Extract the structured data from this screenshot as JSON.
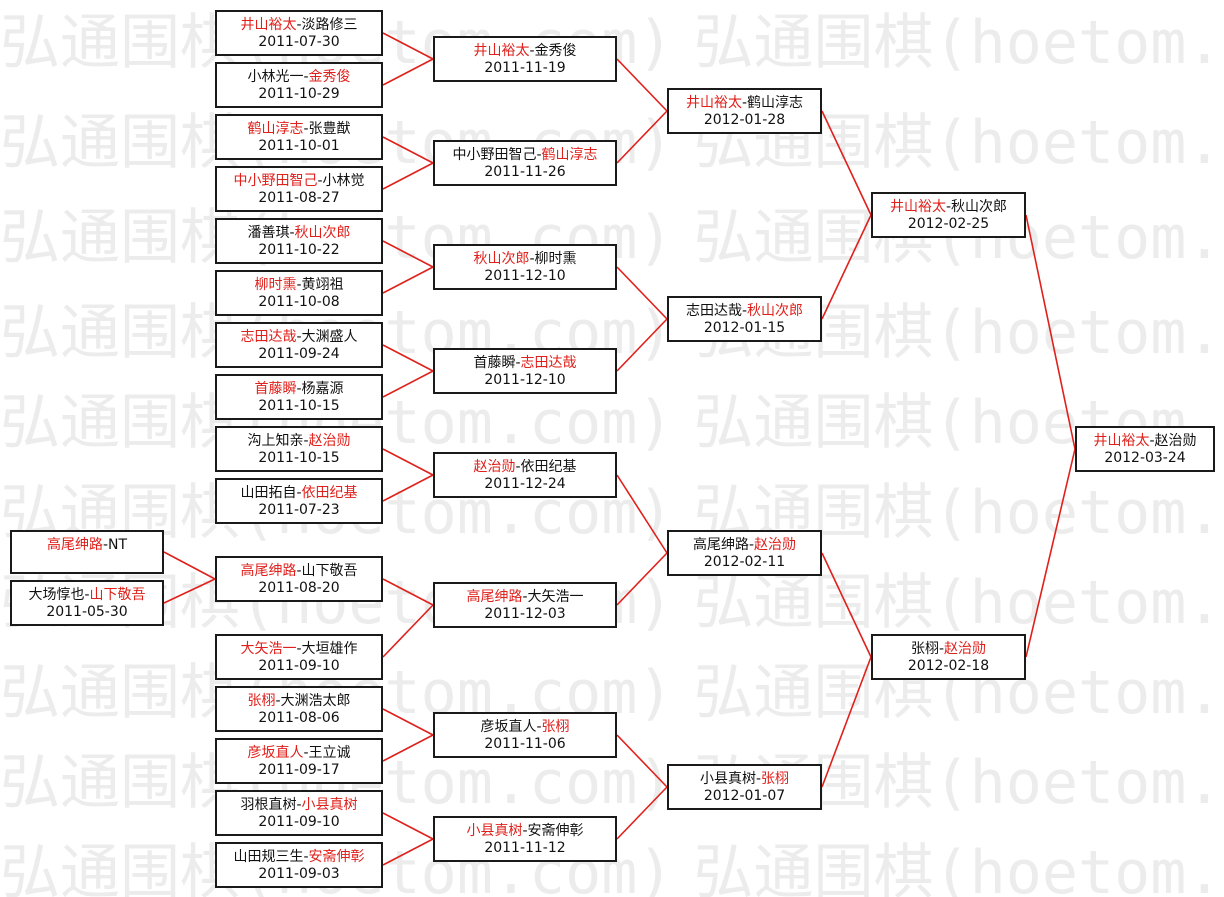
{
  "watermark": "弘通围棋(hoetom.com)",
  "colors": {
    "winner": "#e0201b",
    "line": "#e0201b",
    "border": "#1a1a1a",
    "text": "#111111"
  },
  "matches": [
    {
      "id": "r1_1",
      "p1": "井山裕太",
      "p2": "淡路修三",
      "date": "2011-07-30",
      "winner": 1
    },
    {
      "id": "r1_2",
      "p1": "小林光一",
      "p2": "金秀俊",
      "date": "2011-10-29",
      "winner": 2
    },
    {
      "id": "r1_3",
      "p1": "鹤山淳志",
      "p2": "张豊猷",
      "date": "2011-10-01",
      "winner": 1
    },
    {
      "id": "r1_4",
      "p1": "中小野田智己",
      "p2": "小林觉",
      "date": "2011-08-27",
      "winner": 1
    },
    {
      "id": "r1_5",
      "p1": "潘善琪",
      "p2": "秋山次郎",
      "date": "2011-10-22",
      "winner": 2
    },
    {
      "id": "r1_6",
      "p1": "柳时熏",
      "p2": "黄翊祖",
      "date": "2011-10-08",
      "winner": 1
    },
    {
      "id": "r1_7",
      "p1": "志田达哉",
      "p2": "大渊盛人",
      "date": "2011-09-24",
      "winner": 1
    },
    {
      "id": "r1_8",
      "p1": "首藤瞬",
      "p2": "杨嘉源",
      "date": "2011-10-15",
      "winner": 1
    },
    {
      "id": "r1_9",
      "p1": "沟上知亲",
      "p2": "赵治勋",
      "date": "2011-10-15",
      "winner": 2
    },
    {
      "id": "r1_10",
      "p1": "山田拓自",
      "p2": "依田纪基",
      "date": "2011-07-23",
      "winner": 2
    },
    {
      "id": "q_1",
      "p1": "高尾绅路",
      "p2": "NT",
      "date": "",
      "winner": 1
    },
    {
      "id": "q_2",
      "p1": "大场惇也",
      "p2": "山下敬吾",
      "date": "2011-05-30",
      "winner": 2
    },
    {
      "id": "r1_11",
      "p1": "高尾绅路",
      "p2": "山下敬吾",
      "date": "2011-08-20",
      "winner": 1
    },
    {
      "id": "r1_12",
      "p1": "大矢浩一",
      "p2": "大垣雄作",
      "date": "2011-09-10",
      "winner": 1
    },
    {
      "id": "r1_13",
      "p1": "张栩",
      "p2": "大渊浩太郎",
      "date": "2011-08-06",
      "winner": 1
    },
    {
      "id": "r1_14",
      "p1": "彦坂直人",
      "p2": "王立诚",
      "date": "2011-09-17",
      "winner": 1
    },
    {
      "id": "r1_15",
      "p1": "羽根直树",
      "p2": "小县真树",
      "date": "2011-09-10",
      "winner": 2
    },
    {
      "id": "r1_16",
      "p1": "山田规三生",
      "p2": "安斋伸彰",
      "date": "2011-09-03",
      "winner": 2
    },
    {
      "id": "r2_1",
      "p1": "井山裕太",
      "p2": "金秀俊",
      "date": "2011-11-19",
      "winner": 1
    },
    {
      "id": "r2_2",
      "p1": "中小野田智己",
      "p2": "鹤山淳志",
      "date": "2011-11-26",
      "winner": 2
    },
    {
      "id": "r2_3",
      "p1": "秋山次郎",
      "p2": "柳时熏",
      "date": "2011-12-10",
      "winner": 1
    },
    {
      "id": "r2_4",
      "p1": "首藤瞬",
      "p2": "志田达哉",
      "date": "2011-12-10",
      "winner": 2
    },
    {
      "id": "r2_5",
      "p1": "赵治勋",
      "p2": "依田纪基",
      "date": "2011-12-24",
      "winner": 1
    },
    {
      "id": "r2_6",
      "p1": "高尾绅路",
      "p2": "大矢浩一",
      "date": "2011-12-03",
      "winner": 1
    },
    {
      "id": "r2_7",
      "p1": "彦坂直人",
      "p2": "张栩",
      "date": "2011-11-06",
      "winner": 2
    },
    {
      "id": "r2_8",
      "p1": "小县真树",
      "p2": "安斋伸彰",
      "date": "2011-11-12",
      "winner": 1
    },
    {
      "id": "r3_1",
      "p1": "井山裕太",
      "p2": "鹤山淳志",
      "date": "2012-01-28",
      "winner": 1
    },
    {
      "id": "r3_2",
      "p1": "志田达哉",
      "p2": "秋山次郎",
      "date": "2012-01-15",
      "winner": 2
    },
    {
      "id": "r3_3",
      "p1": "高尾绅路",
      "p2": "赵治勋",
      "date": "2012-02-11",
      "winner": 2
    },
    {
      "id": "r3_4",
      "p1": "小县真树",
      "p2": "张栩",
      "date": "2012-01-07",
      "winner": 2
    },
    {
      "id": "sf_1",
      "p1": "井山裕太",
      "p2": "秋山次郎",
      "date": "2012-02-25",
      "winner": 1
    },
    {
      "id": "sf_2",
      "p1": "张栩",
      "p2": "赵治勋",
      "date": "2012-02-18",
      "winner": 2
    },
    {
      "id": "final",
      "p1": "井山裕太",
      "p2": "赵治勋",
      "date": "2012-03-24",
      "winner": 1
    }
  ]
}
